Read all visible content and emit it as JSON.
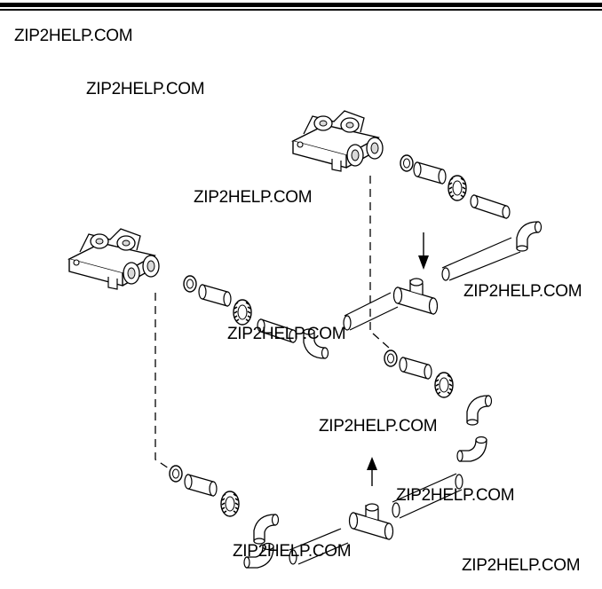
{
  "watermarks": [
    "ZIP2HELP.COM",
    "ZIP2HELP.COM",
    "ZIP2HELP.COM",
    "ZIP2HELP.COM",
    "ZIP2HELP.COM",
    "ZIP2HELP.COM",
    "ZIP2HELP.COM",
    "ZIP2HELP.COM",
    "ZIP2HELP.COM"
  ],
  "colors": {
    "ink": "#000000",
    "background": "#ffffff",
    "part_fill": "#ffffff",
    "shade": "#d9d9d9"
  },
  "diagram": {
    "kind": "exploded plumbing bypass assembly",
    "components": [
      "valve-block-upper",
      "valve-block-lower",
      "o-ring",
      "adapter-tube",
      "coupling-nut",
      "pipe",
      "elbow",
      "tee"
    ],
    "flow_arrows": [
      "down",
      "up"
    ]
  }
}
